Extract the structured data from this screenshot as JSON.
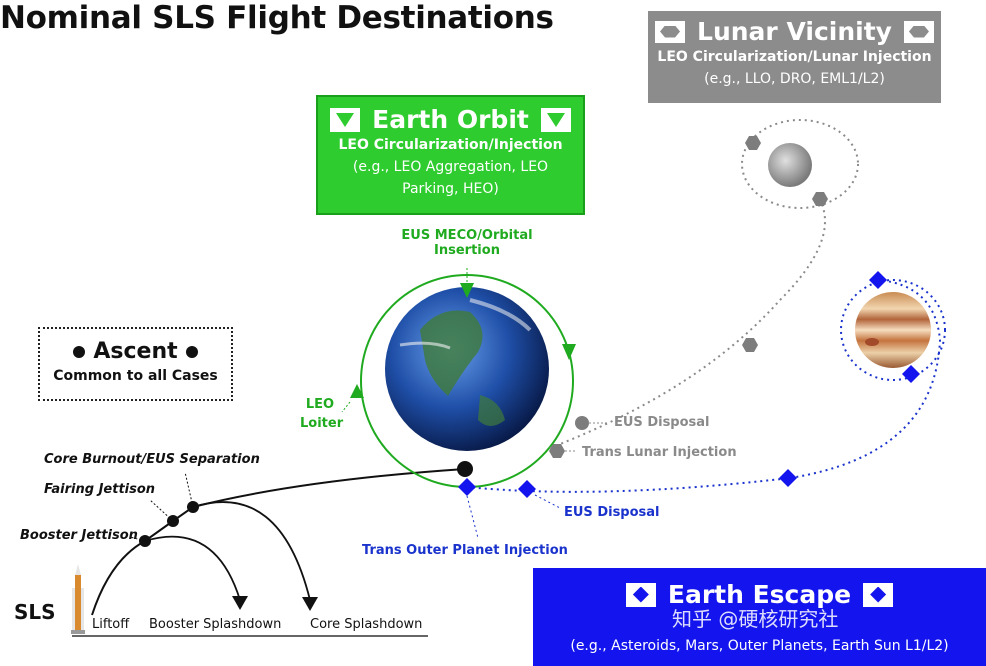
{
  "title": "Nominal SLS Flight Destinations",
  "earth_orbit": {
    "heading": "Earth Orbit",
    "subtitle": "LEO Circularization/Injection",
    "examples_line1": "(e.g., LEO Aggregation,  LEO",
    "examples_line2": "Parking, HEO)",
    "icon": "triangle-down-icon",
    "color": "#2ecc2e"
  },
  "lunar_vicinity": {
    "heading": "Lunar Vicinity",
    "subtitle": "LEO Circularization/Lunar Injection",
    "examples": "(e.g., LLO, DRO, EML1/L2)",
    "icon": "hexagon-icon",
    "color": "#8c8c8c"
  },
  "earth_escape": {
    "heading": "Earth Escape",
    "examples": "(e.g., Asteroids, Mars, Outer Planets, Earth Sun L1/L2)",
    "icon": "diamond-icon",
    "color": "#1414ee"
  },
  "ascent": {
    "heading": "Ascent",
    "subtitle": "Common to all Cases"
  },
  "labels": {
    "eus_meco_line1": "EUS MECO/Orbital",
    "eus_meco_line2": "Insertion",
    "leo_loiter_line1": "LEO",
    "leo_loiter_line2": "Loiter",
    "eus_disposal_gray": "EUS Disposal",
    "trans_lunar_injection": "Trans Lunar  Injection",
    "eus_disposal_blue": "EUS Disposal",
    "trans_outer_planet_injection": "Trans Outer Planet Injection",
    "core_burnout": "Core Burnout/EUS  Separation",
    "fairing_jettison": "Fairing Jettison",
    "booster_jettison": "Booster Jettison",
    "sls": "SLS",
    "liftoff": "Liftoff",
    "booster_splashdown": "Booster Splashdown",
    "core_splashdown": "Core Splashdown"
  },
  "watermark": "知乎 @硬核研究社",
  "colors": {
    "orbit_green": "#1faa1f",
    "lunar_gray": "#8a8a8a",
    "escape_blue": "#1a33cc"
  }
}
